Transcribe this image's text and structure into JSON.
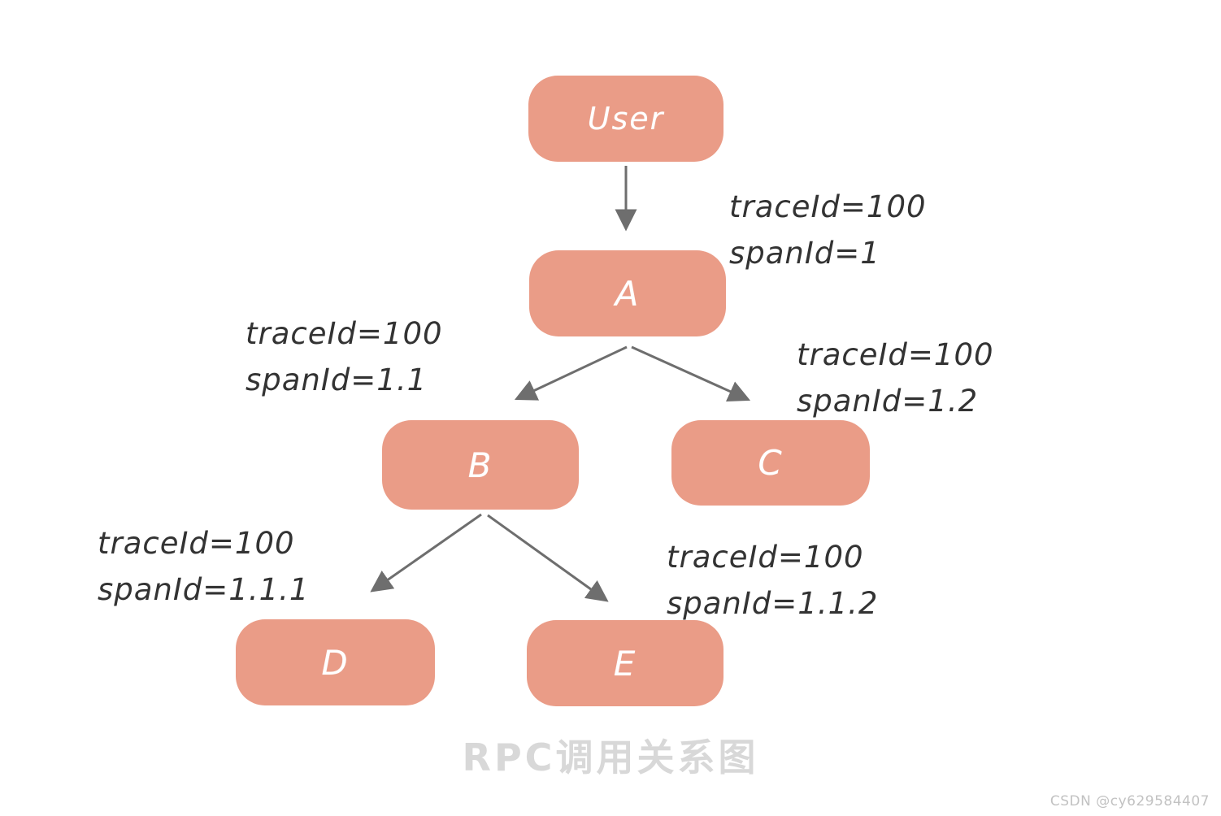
{
  "diagram": {
    "caption": "RPC调用关系图",
    "watermark": "CSDN @cy629584407",
    "type": "tree",
    "colors": {
      "node_fill": "#EA9C87",
      "node_text": "#FFFFFF",
      "arrow": "#6E6E6E",
      "label_text": "#333333",
      "caption_text": "#D8D8D8",
      "watermark_text": "#C2C2C2"
    }
  },
  "nodes": [
    {
      "id": "user",
      "label": "User"
    },
    {
      "id": "a",
      "label": "A"
    },
    {
      "id": "b",
      "label": "B"
    },
    {
      "id": "c",
      "label": "C"
    },
    {
      "id": "d",
      "label": "D"
    },
    {
      "id": "e",
      "label": "E"
    }
  ],
  "edges": [
    {
      "from": "User",
      "to": "A",
      "trace": "traceId=100",
      "span": "spanId=1"
    },
    {
      "from": "A",
      "to": "B",
      "trace": "traceId=100",
      "span": "spanId=1.1"
    },
    {
      "from": "A",
      "to": "C",
      "trace": "traceId=100",
      "span": "spanId=1.2"
    },
    {
      "from": "B",
      "to": "D",
      "trace": "traceId=100",
      "span": "spanId=1.1.1"
    },
    {
      "from": "B",
      "to": "E",
      "trace": "traceId=100",
      "span": "spanId=1.1.2"
    }
  ]
}
